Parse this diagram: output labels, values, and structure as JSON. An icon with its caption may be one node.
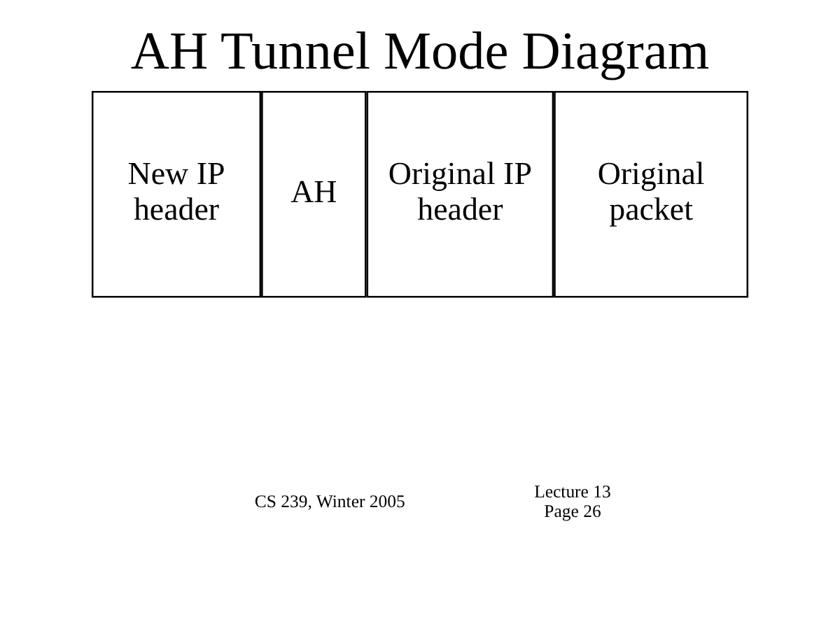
{
  "diagram": {
    "title": "AH Tunnel Mode Diagram",
    "nodes": [
      {
        "text": [
          "New IP header"
        ]
      },
      {
        "text": [
          "AH"
        ]
      },
      {
        "text": [
          "Original IP header"
        ]
      },
      {
        "text": [
          "Original packet"
        ]
      }
    ],
    "labels": [
      "CS 239, Winter 2005",
      "Lecture 13 Page 26"
    ]
  }
}
